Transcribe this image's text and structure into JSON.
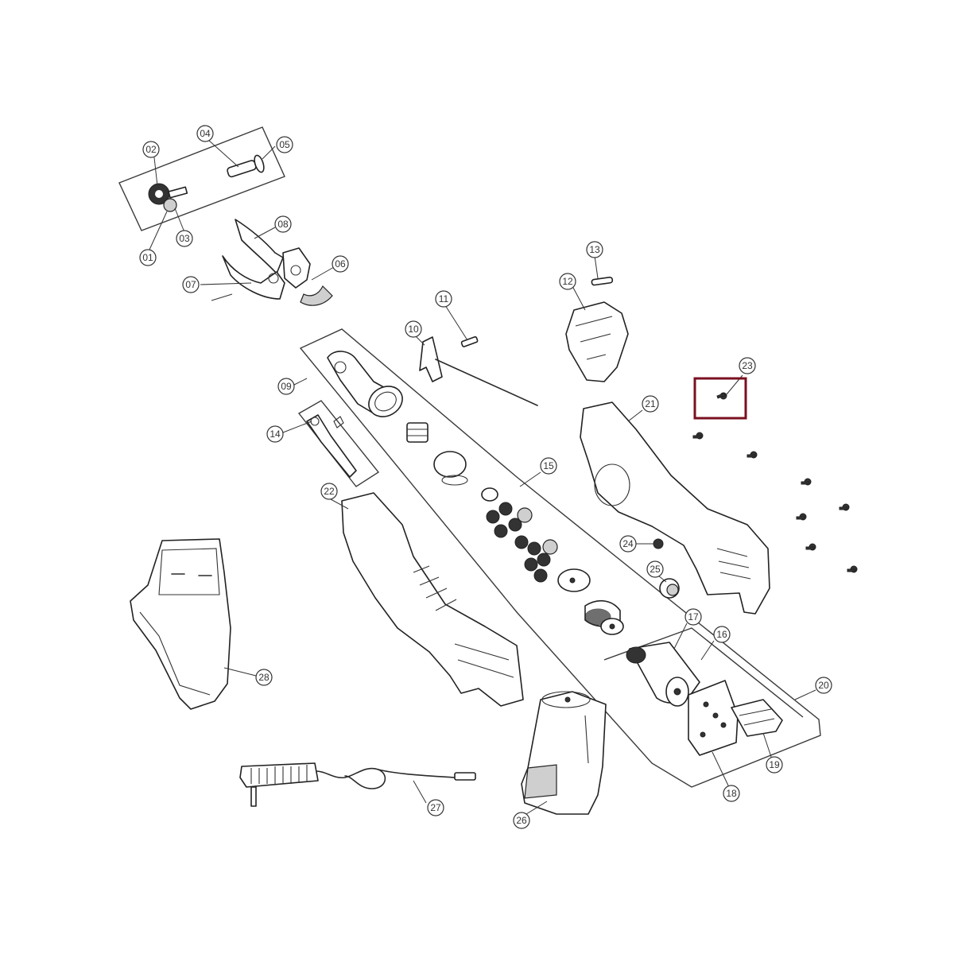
{
  "highlight_color": "#7a1020",
  "callouts": [
    {
      "label": "01"
    },
    {
      "label": "02"
    },
    {
      "label": "03"
    },
    {
      "label": "04"
    },
    {
      "label": "05"
    },
    {
      "label": "06"
    },
    {
      "label": "07"
    },
    {
      "label": "08"
    },
    {
      "label": "09"
    },
    {
      "label": "10"
    },
    {
      "label": "11"
    },
    {
      "label": "12"
    },
    {
      "label": "13"
    },
    {
      "label": "14"
    },
    {
      "label": "15"
    },
    {
      "label": "16"
    },
    {
      "label": "17"
    },
    {
      "label": "18"
    },
    {
      "label": "19"
    },
    {
      "label": "20"
    },
    {
      "label": "21"
    },
    {
      "label": "22"
    },
    {
      "label": "23"
    },
    {
      "label": "24"
    },
    {
      "label": "25"
    },
    {
      "label": "26"
    },
    {
      "label": "27"
    },
    {
      "label": "28"
    }
  ],
  "highlighted_part": "23"
}
